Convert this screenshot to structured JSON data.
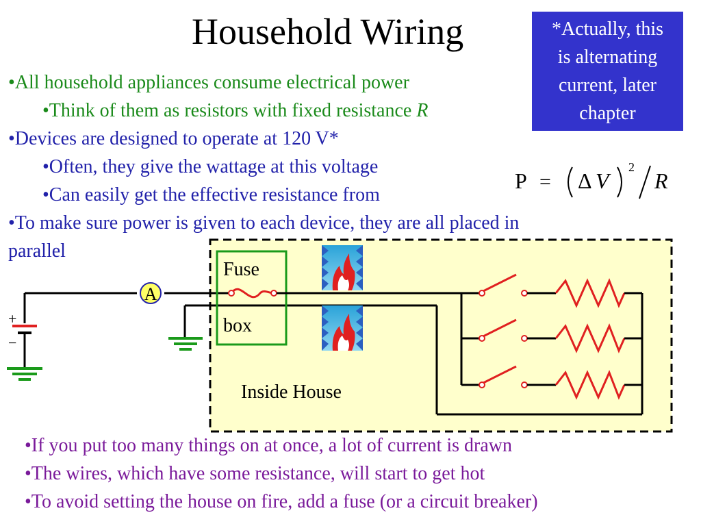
{
  "title": "Household Wiring",
  "note": [
    "*Actually, this",
    "is alternating",
    "current, later",
    "chapter"
  ],
  "bullets": {
    "b1": "•All household appliances consume electrical power",
    "b1a": "•Think of them as resistors with fixed resistance ",
    "b1a_var": "R",
    "b2": "•Devices are designed to operate at 120 V*",
    "b2a": "•Often, they give the wattage at this voltage",
    "b2b": "•Can easily get the effective resistance from",
    "b3_line1": "•To make sure power is given to each device, they are all placed in",
    "b3_line2": "parallel"
  },
  "formula": {
    "p": "P",
    "eq": "=",
    "delta": "Δ",
    "v": "V",
    "exp": "2",
    "r": "R"
  },
  "diagram": {
    "fuse_label": "Fuse",
    "box_label": "box",
    "inside_label": "Inside House",
    "ammeter_label": "A",
    "plus": "+",
    "minus": "−"
  },
  "bottom": {
    "l1": "•If you put too many things on at once, a lot of current is drawn",
    "l2": "•The wires, which have some resistance, will start to get hot",
    "l3": "•To avoid setting the house on fire, add a fuse (or a circuit breaker)"
  },
  "colors": {
    "note_bg": "#3333cc",
    "green_text": "#1a8a1a",
    "blue_text": "#2222aa",
    "purple_text": "#7a1a9a",
    "house_bg": "#ffffcc",
    "switch_red": "#e02020",
    "fuse_box_border": "#1a9a1a"
  }
}
